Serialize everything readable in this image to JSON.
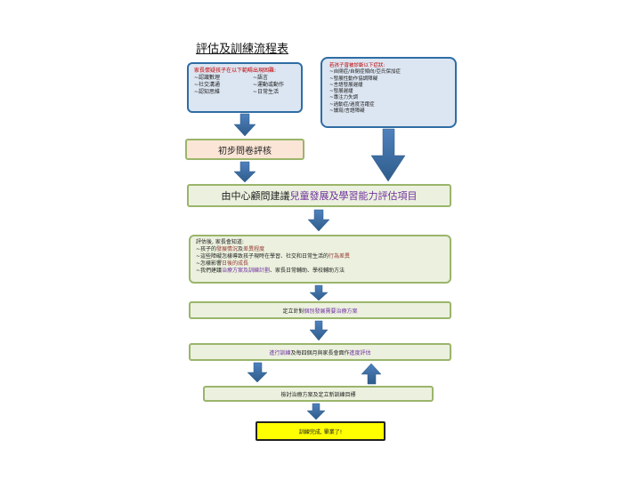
{
  "title": "評估及訓練流程表",
  "box_parent_concern": {
    "heading": "家長懷疑孩子在以下範疇出現困難:",
    "items": [
      "~認識數理",
      "~語言",
      "~社交溝通",
      "~運動或動作",
      "~認知思維",
      "~日常生活"
    ]
  },
  "box_diagnosis": {
    "heading": "若孩子曾被診斷以下症狀:",
    "items": [
      "~自閉症/自閉症傾向/亞氏保加症",
      "~發展性動作協調障礙",
      "~言語發展遲緩",
      "~發展遲緩",
      "~專注力失調",
      "~過動症/過度活躍症",
      "~讀寫/言語障礙"
    ]
  },
  "preliminary": "初步問卷評核",
  "main_assessment": {
    "prefix": "由中心顧問建議",
    "highlight": "兒童發展及學習能力評估項目"
  },
  "after_eval": {
    "intro": "評估後, 家長會知道:",
    "line1": [
      "~孩子的",
      "發展情況",
      "及",
      "差異程度"
    ],
    "line2": [
      "~這些障礙怎樣導致孩子現時在學習、社交和日常生活的",
      "行為差異"
    ],
    "line3": [
      "~怎樣影響",
      "日後的成長"
    ],
    "line4": [
      "~我們建議",
      "治療方案及訓練計劃",
      "、家長日常輔助、學校輔助方法"
    ]
  },
  "plan": [
    "定立針對",
    "個別發展需要治療方案"
  ],
  "train": [
    "進行訓練",
    "及每四個月與家長會面作",
    "進度評估"
  ],
  "review": "檢討治療方案及定立新訓練目標",
  "done": "訓練完成, 畢業了!"
}
